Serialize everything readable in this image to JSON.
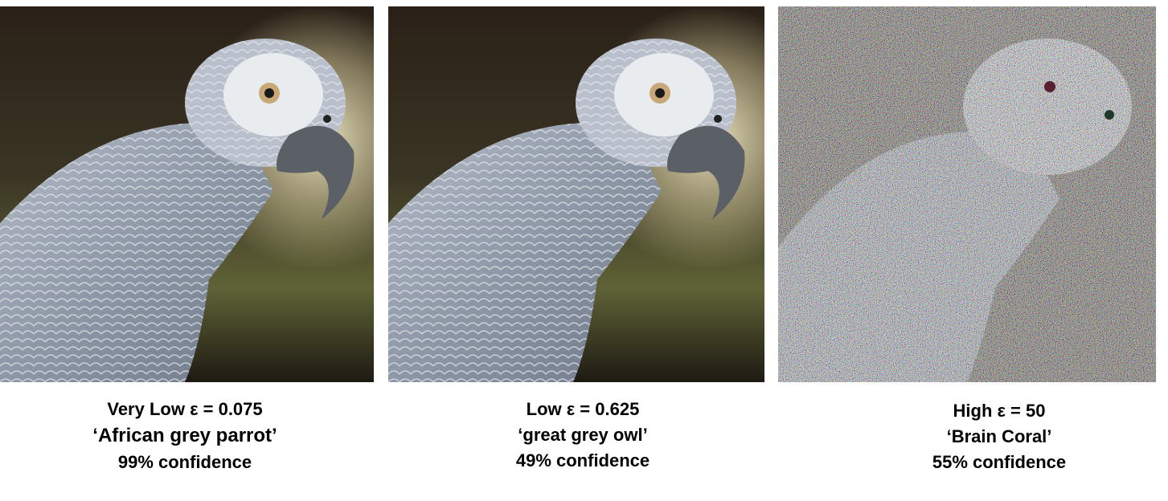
{
  "panels": [
    {
      "epsilon_label": "Very Low ε = 0.075",
      "prediction": "‘African grey parrot’",
      "confidence": "99% confidence"
    },
    {
      "epsilon_label": "Low ε = 0.625",
      "prediction": "‘great grey owl’",
      "confidence": "49% confidence"
    },
    {
      "epsilon_label": "High ε = 50",
      "prediction": "‘Brain Coral’",
      "confidence": "55% confidence"
    }
  ],
  "colors": {
    "background": "#ffffff",
    "text": "#000000",
    "feather_grey": "#8d97a6",
    "backdrop_dark": "#2a2117",
    "backdrop_green": "#6b6a3a"
  }
}
